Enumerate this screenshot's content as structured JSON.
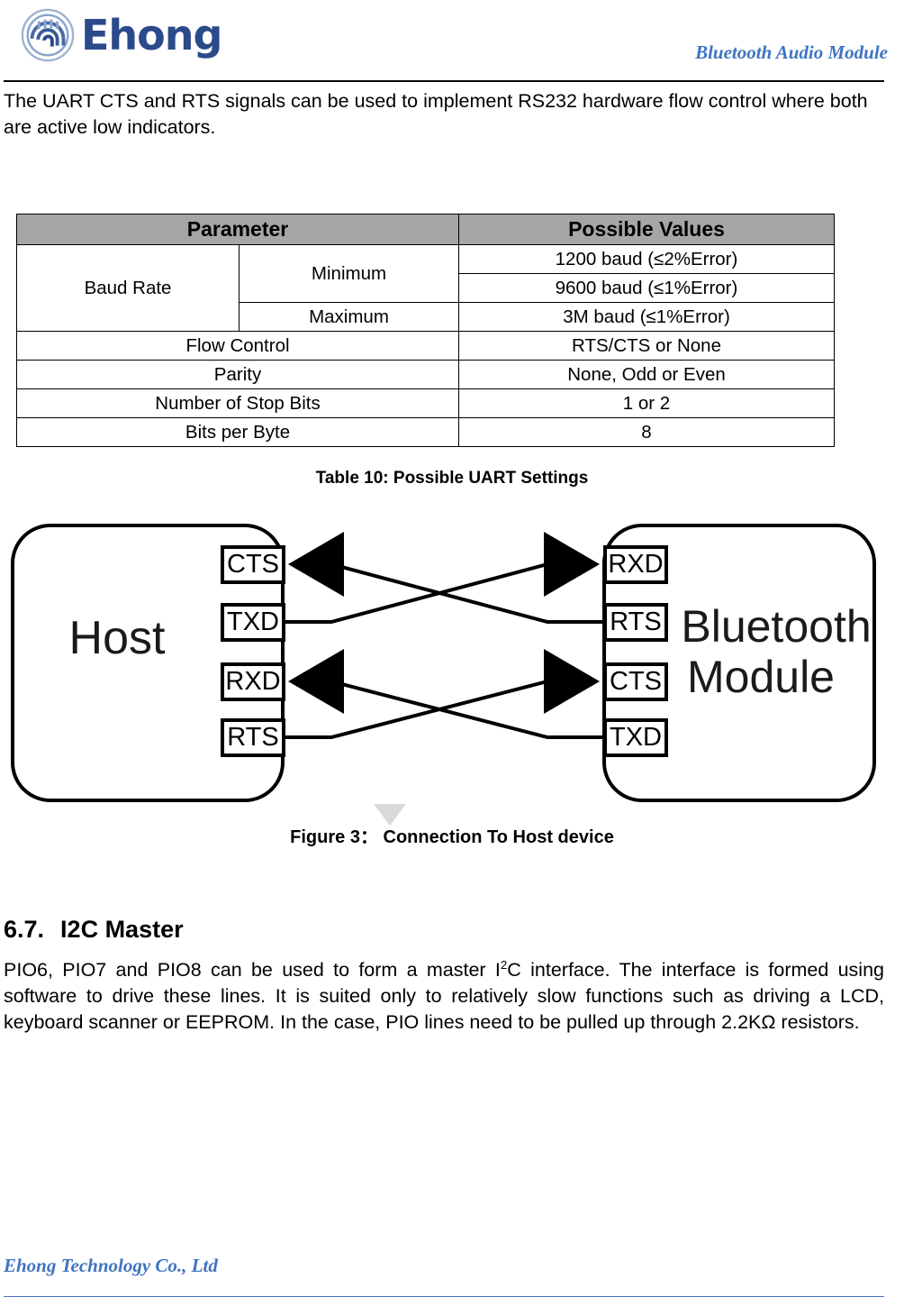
{
  "header": {
    "logo_text": "Ehong",
    "logo_icon": "ehong-spiral-logo-icon",
    "title": "Bluetooth Audio Module"
  },
  "intro": {
    "paragraph": "The UART CTS and RTS signals can be used to implement RS232 hardware flow control where both are active low indicators."
  },
  "table": {
    "caption": "Table 10: Possible UART Settings",
    "headers": [
      "Parameter",
      "Possible Values"
    ],
    "rows": [
      {
        "param": "Baud Rate",
        "sub": "Minimum",
        "value": "1200 baud (≤2%Error)"
      },
      {
        "param": "Baud Rate",
        "sub": "Minimum",
        "value": "9600 baud (≤1%Error)"
      },
      {
        "param": "Baud Rate",
        "sub": "Maximum",
        "value": "3M baud (≤1%Error)"
      },
      {
        "param": "Flow Control",
        "sub": "",
        "value": "RTS/CTS or None"
      },
      {
        "param": "Parity",
        "sub": "",
        "value": "None, Odd or Even"
      },
      {
        "param": "Number of Stop Bits",
        "sub": "",
        "value": "1 or 2"
      },
      {
        "param": "Bits per Byte",
        "sub": "",
        "value": "8"
      }
    ],
    "cells": {
      "baud_rate": "Baud Rate",
      "minimum": "Minimum",
      "maximum": "Maximum",
      "v_1200": "1200 baud (≤2%Error)",
      "v_9600": "9600 baud (≤1%Error)",
      "v_3m": "3M baud (≤1%Error)",
      "flow_control": "Flow Control",
      "flow_control_value": "RTS/CTS or None",
      "parity": "Parity",
      "parity_value": "None, Odd or Even",
      "stop_bits": "Number of Stop Bits",
      "stop_bits_value": "1 or 2",
      "bits_per_byte": "Bits per Byte",
      "bits_per_byte_value": "8"
    }
  },
  "figure": {
    "caption": "Figure 3： Connection To Host device",
    "host_label": "Host",
    "module_label_line1": "Bluetooth",
    "module_label_line2": "Module",
    "host_pins": [
      "CTS",
      "TXD",
      "RXD",
      "RTS"
    ],
    "module_pins": [
      "RXD",
      "RTS",
      "CTS",
      "TXD"
    ],
    "connections": [
      {
        "from": "Host TXD",
        "to": "Module RXD",
        "direction": "right"
      },
      {
        "from": "Module RTS",
        "to": "Host CTS",
        "direction": "left"
      },
      {
        "from": "Host RTS",
        "to": "Module CTS",
        "direction": "right"
      },
      {
        "from": "Module TXD",
        "to": "Host RXD",
        "direction": "left"
      }
    ]
  },
  "section": {
    "number": "6.7.",
    "title": "I2C Master",
    "paragraph_part1": "PIO6, PIO7 and PIO8 can be used to form a master I",
    "paragraph_sup": "2",
    "paragraph_part2": "C interface. The interface is formed using software to drive these lines. It is suited only to relatively slow functions such as driving a LCD, keyboard scanner or EEPROM.  In the case, PIO lines need to be pulled up through 2.2KΩ resistors."
  },
  "footer": {
    "text": "Ehong Technology Co., Ltd"
  },
  "colors": {
    "brand_blue": "#2b4a8b",
    "header_title_blue": "#3f74c0",
    "footer_rule_blue": "#4472b8",
    "table_header_gray": "#a6a6a6"
  }
}
